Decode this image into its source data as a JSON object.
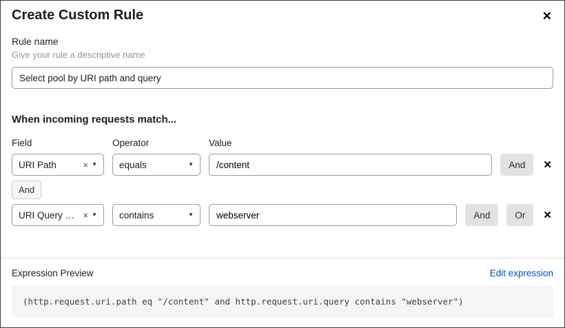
{
  "modal": {
    "title": "Create Custom Rule"
  },
  "icons": {
    "close": "✕",
    "caret": "▼",
    "clear": "×",
    "delete_row": "✕"
  },
  "rule_name": {
    "label": "Rule name",
    "helper": "Give your rule a descriptive name",
    "value": "Select pool by URI path and query"
  },
  "match_section": {
    "heading": "When incoming requests match...",
    "columns": {
      "field": "Field",
      "operator": "Operator",
      "value": "Value"
    },
    "rows": [
      {
        "field": "URI Path",
        "operator": "equals",
        "value": "/content",
        "and_label": "And"
      },
      {
        "field": "URI Query St...",
        "operator": "contains",
        "value": "webserver",
        "and_label": "And",
        "or_label": "Or"
      }
    ],
    "connector": "And"
  },
  "expression": {
    "label": "Expression Preview",
    "edit_link": "Edit expression",
    "code": "(http.request.uri.path eq \"/content\" and http.request.uri.query contains \"webserver\")"
  },
  "colors": {
    "link": "#0051c3",
    "button_bg": "#e2e2e2",
    "code_bg": "#f5f5f5",
    "border": "#9a9a9a"
  }
}
